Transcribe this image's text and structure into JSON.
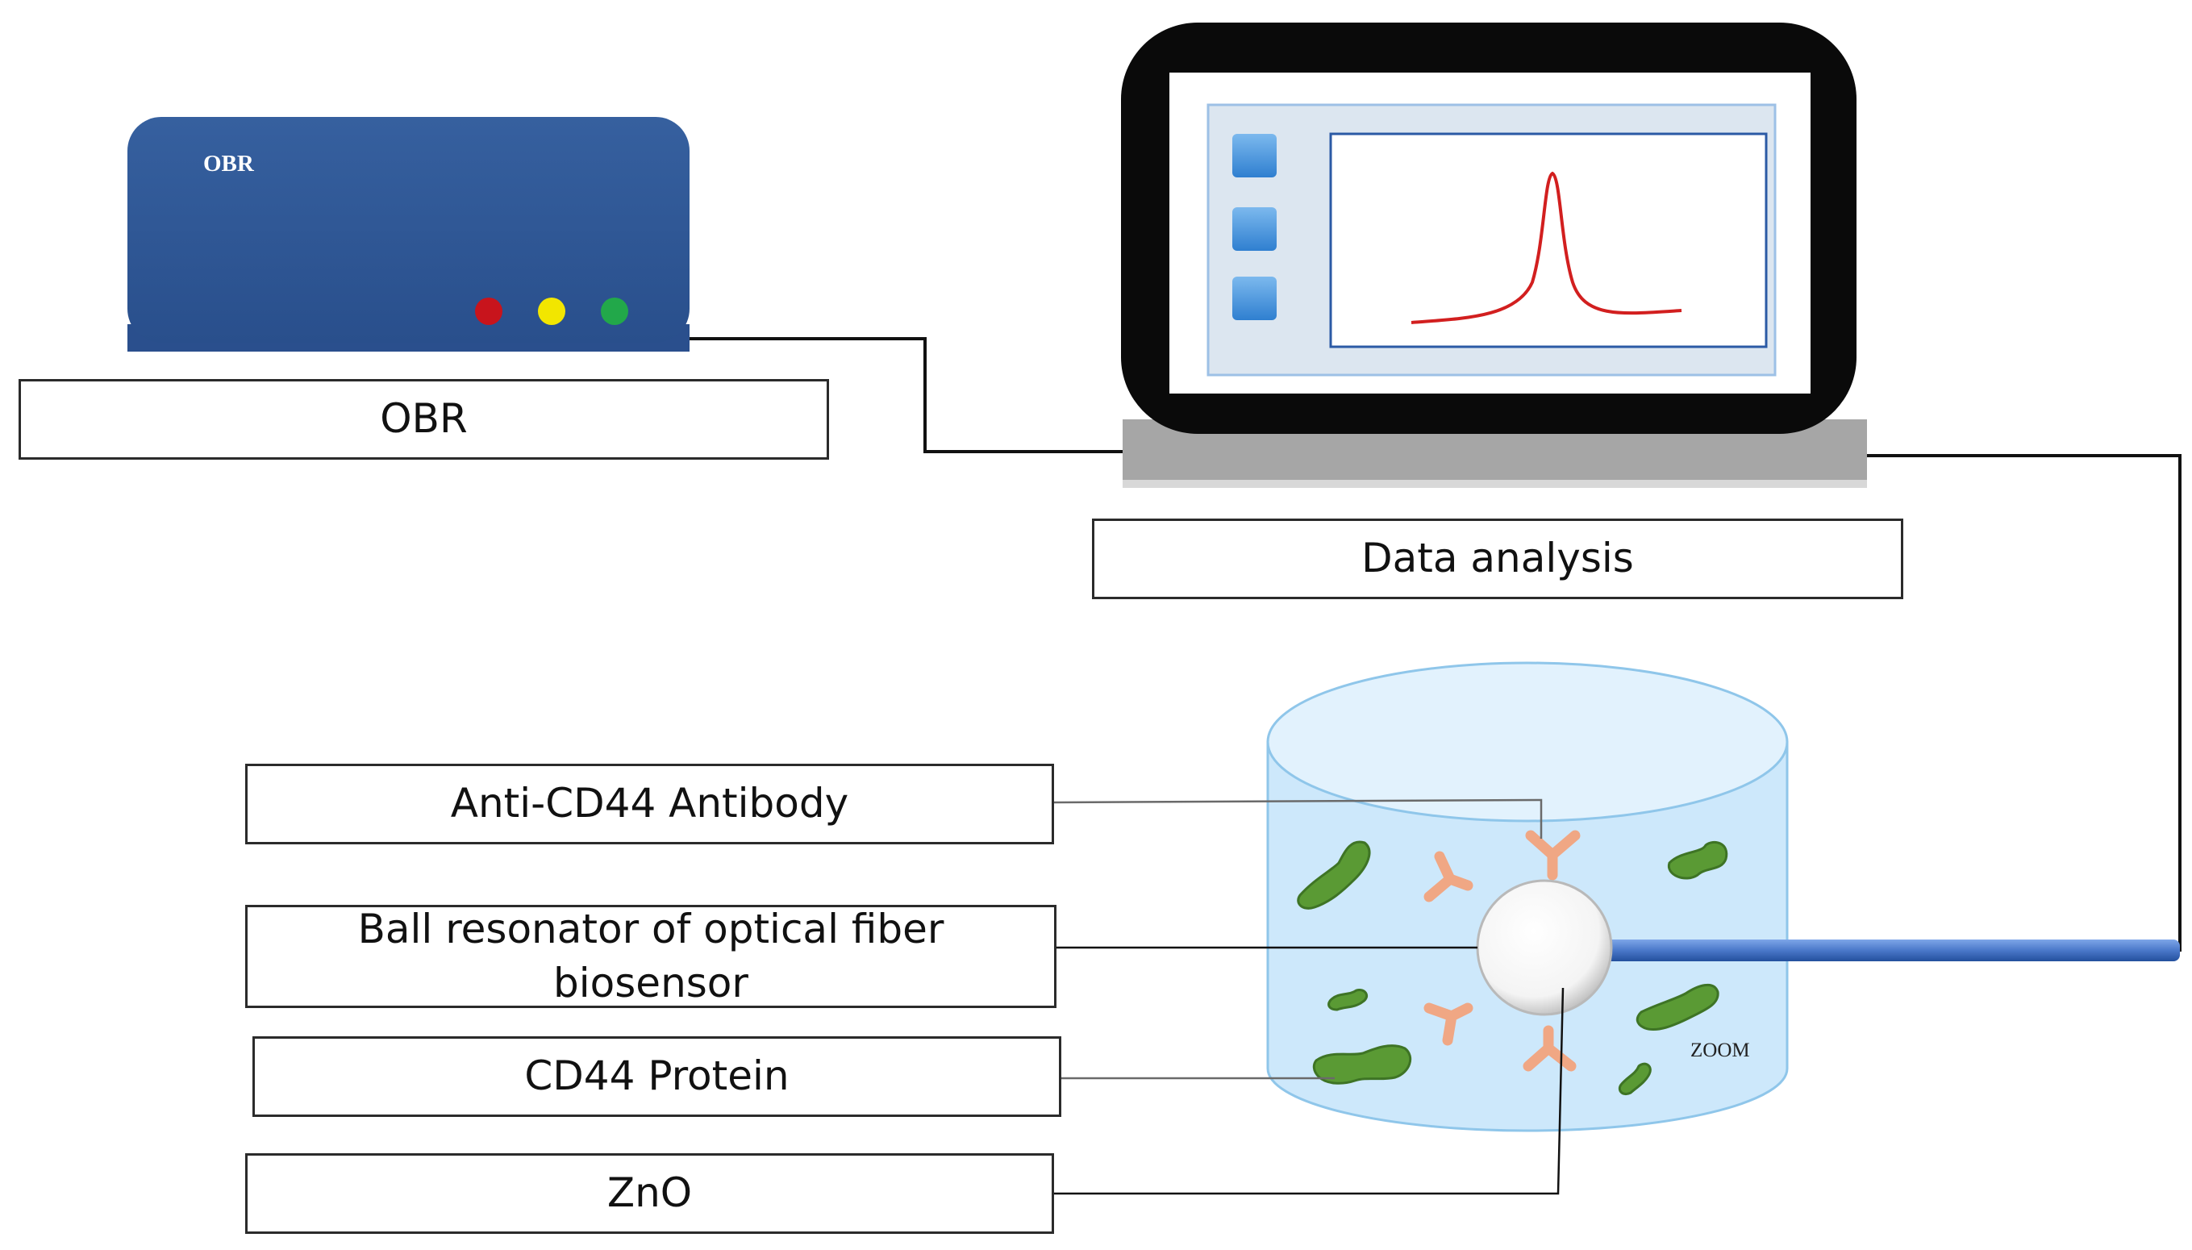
{
  "devices": {
    "obr_unit": {
      "brand_text": "OBR",
      "led_colors": [
        "#c8141c",
        "#f2e600",
        "#22a84a"
      ]
    },
    "monitor": {
      "sidebar_buttons": 3
    },
    "sample_container": {
      "zoom_text": "ZOOM"
    }
  },
  "labels": {
    "obr": "OBR",
    "data_analysis": "Data analysis",
    "antibody": "Anti-CD44 Antibody",
    "ball_resonator": "Ball resonator of optical fiber biosensor",
    "protein": "CD44 Protein",
    "zno": "ZnO"
  },
  "colors": {
    "device_blue": "#2f5797",
    "fluid_blue": "#cde8fb",
    "fiber_blue": "#4a78c9",
    "protein_green": "#5a9a34",
    "antibody_orange": "#f0a784",
    "signal_red": "#d21f1f"
  }
}
